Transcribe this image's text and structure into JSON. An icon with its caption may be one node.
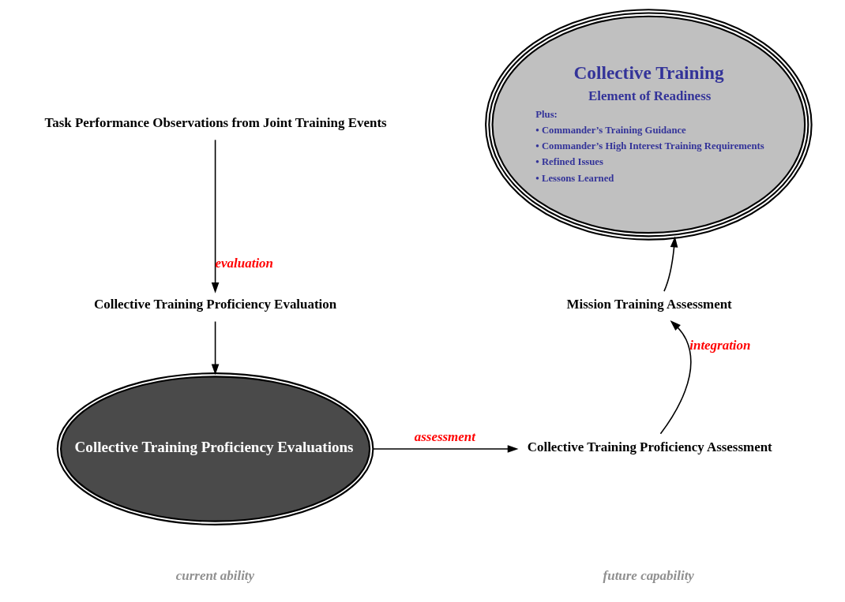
{
  "diagram": {
    "nodes": [
      {
        "text": [
          "Task Performance Observations from Joint Training Events"
        ]
      },
      {
        "text": [
          "Collective Training Proficiency Evaluation"
        ]
      },
      {
        "text": [
          "Collective Training Proficiency Evaluations"
        ]
      },
      {
        "text": [
          "Collective Training Proficiency Assessment"
        ]
      },
      {
        "text": [
          "Mission Training Assessment"
        ]
      },
      {
        "text": [
          "Collective Training",
          "Element of Readiness",
          "Plus:",
          "• Commander’s Training Guidance",
          "• Commander’s High Interest Training Requirements",
          "• Refined Issues",
          "• Lessons Learned"
        ]
      }
    ],
    "edges": [
      {
        "from": 0,
        "to": 1,
        "arrow": "to",
        "label": "evaluation"
      },
      {
        "from": 1,
        "to": 2,
        "arrow": "to"
      },
      {
        "from": 2,
        "to": 3,
        "arrow": "to",
        "label": "assessment"
      },
      {
        "from": 3,
        "to": 4,
        "arrow": "to",
        "label": "integration"
      },
      {
        "from": 4,
        "to": 5,
        "arrow": "to"
      }
    ],
    "labels": [
      "current ability",
      "future capability"
    ]
  }
}
